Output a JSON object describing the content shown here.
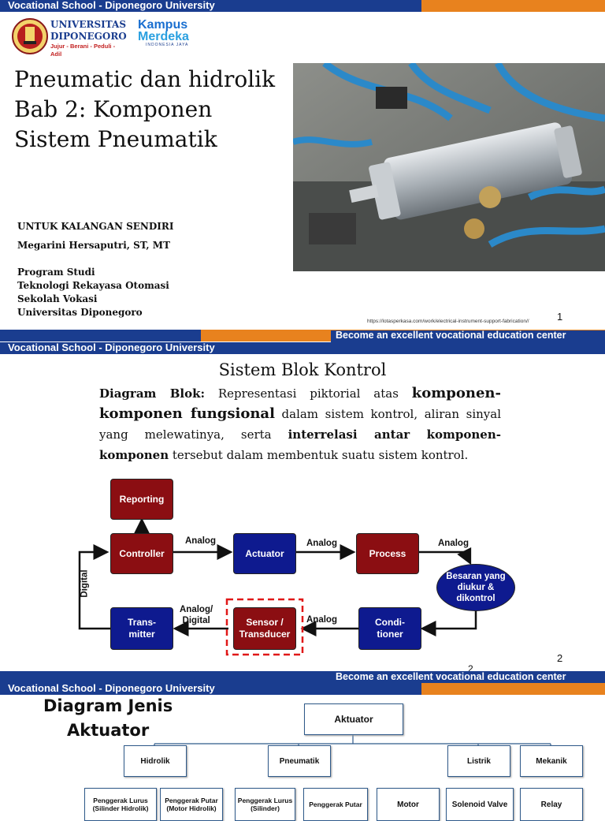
{
  "header": {
    "left_text": "Vocational School  - Diponegoro University",
    "right_text": "Become an excellent vocational education center"
  },
  "slide1": {
    "logo_undip": {
      "name_line1": "UNIVERSITAS",
      "name_line2": "DIPONEGORO",
      "motto": "Jujur - Berani - Peduli - Adil"
    },
    "logo_kampus": {
      "line1": "Kampus",
      "line2": "Merdeka",
      "tagline": "INDONESIA JAYA"
    },
    "title_lines": [
      "Pneumatic dan hidrolik",
      "Bab 2: Komponen",
      "Sistem Pneumatik"
    ],
    "note": "UNTUK KALANGAN SENDIRI",
    "author": "Megarini Hersaputri, ST, MT",
    "program_lines": [
      "Program Studi",
      "Teknologi Rekayasa Otomasi",
      "Sekolah Vokasi",
      "Universitas Diponegoro"
    ],
    "image_credit": "https://lotasperkasa.com/work/electrical-instrument-support-fabrication//",
    "page_number": "1"
  },
  "slide2": {
    "title": "Sistem Blok Kontrol",
    "paragraph": {
      "p1_bold": "Diagram Blok:",
      "p2": " Representasi piktorial atas ",
      "p3_bold": "komponen-komponen fungsional",
      "p4": " dalam sistem kontrol, aliran sinyal yang melewatinya, serta ",
      "p5_bold": "interrelasi antar komponen-komponen",
      "p6": " tersebut dalam membentuk suatu sistem kontrol."
    },
    "blocks": {
      "reporting": "Reporting",
      "controller": "Controller",
      "actuator": "Actuator",
      "process": "Process",
      "besaran": "Besaran yang diukur & dikontrol",
      "conditioner_1": "Condi-",
      "conditioner_2": "tioner",
      "sensor_1": "Sensor /",
      "sensor_2": "Transducer",
      "transmitter_1": "Trans-",
      "transmitter_2": "mitter"
    },
    "labels": {
      "analog1": "Analog",
      "analog2": "Analog",
      "analog3": "Analog",
      "analog4": "Analog",
      "analog_digital_1": "Analog/",
      "analog_digital_2": "Digital",
      "digital": "Digital"
    },
    "page_number": "2",
    "page_number_ghost": "2"
  },
  "slide3": {
    "title_line1": "Diagram Jenis",
    "title_line2": "Aktuator",
    "root": "Aktuator",
    "categories": [
      "Hidrolik",
      "Pneumatik",
      "Listrik",
      "Mekanik"
    ],
    "leaves": [
      "Penggerak Lurus (Silinder Hidrolik)",
      "Penggerak Putar (Motor Hidrolik)",
      "Penggerak Lurus (Silinder)",
      "Penggerak Putar",
      "Motor",
      "Solenoid Valve",
      "Relay"
    ]
  },
  "colors": {
    "header_blue": "#1a3d8f",
    "header_orange": "#e8821e",
    "block_red": "#8b0e12",
    "block_navy": "#0e1a8f"
  }
}
